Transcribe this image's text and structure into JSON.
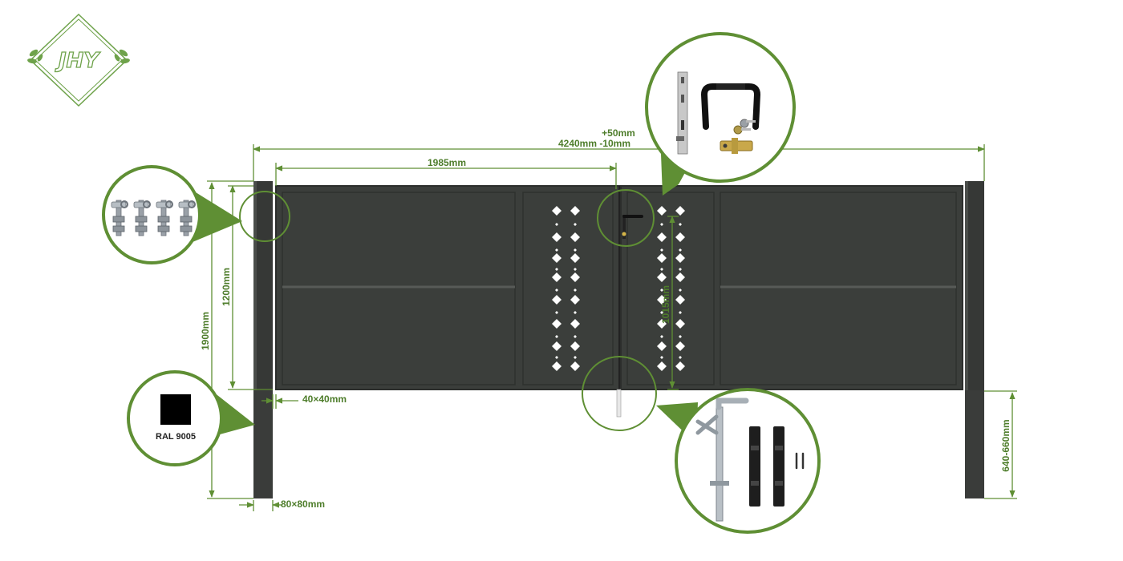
{
  "brand": {
    "logo_text": "JHY"
  },
  "dimensions": {
    "total_width_tolerance": "+50mm",
    "total_width": "4240mm -10mm",
    "leaf_width": "1985mm",
    "total_height": "1900mm",
    "panel_height": "1200mm",
    "inner_height": "1015mm",
    "frame_profile": "40×40mm",
    "post_profile": "80×80mm",
    "foundation_depth": "640-660mm"
  },
  "color_sample": {
    "label": "RAL 9005",
    "swatch": "#000000"
  },
  "callouts": [
    "hinge-set",
    "lock-and-handle-set",
    "color-sample",
    "drop-bolt-set"
  ],
  "colors": {
    "accent": "#5f8f34",
    "gate": "#3b3e3b",
    "post": "#363836"
  }
}
